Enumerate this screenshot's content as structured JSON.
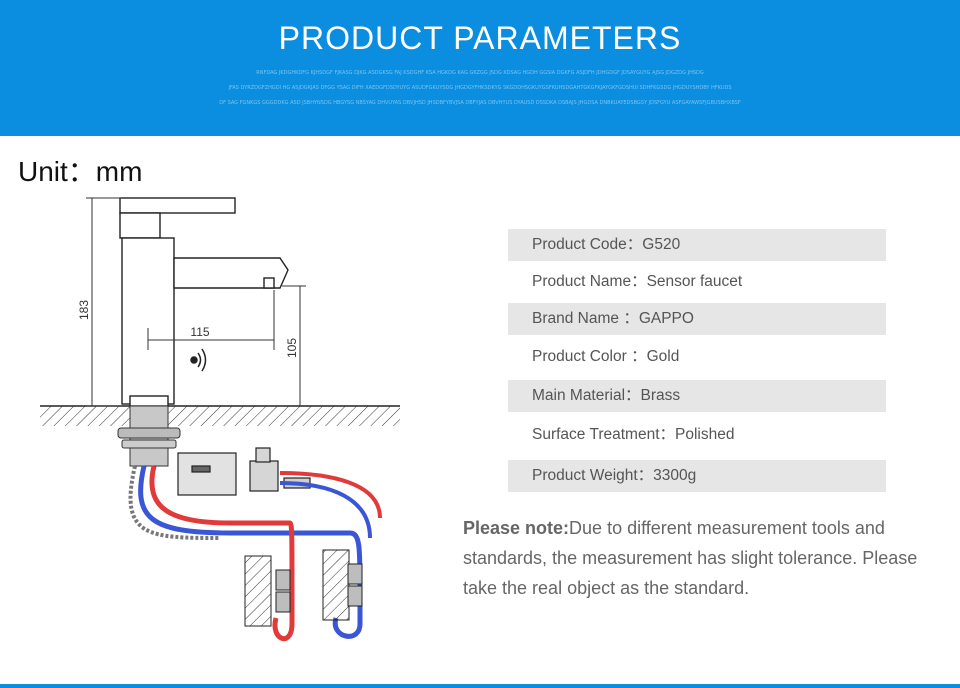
{
  "banner": {
    "title": "PRODUCT PARAMETERS",
    "noise_lines": [
      "RNFDAG JKDGHKDFG KJHSDGF FJKASG DJKG ASDGKSG FAJ KSDGHF KSA HGKDG KAG GKZGG JSDG KDSAG HGDH GGSIA DGKFG ASJDFH JDHGDGF JDSAYGUYG AJSG JDGZDG JHSDG",
      "JFAS DYRZDGFZHGDI HG ASJDGKJAS DFGG YSAG DIFH XAEDGFDSDYUYG ASUDFGKUYSDG JHGDGYFHKSDKYG SKGDDHSGKUYGSFKUHSDGAHTGKGFKJAYGKFGDSHUI SDHFKGSDG JHGDUYSHDBY HFKUDS",
      "DF SAG FGNKGS GGGDDKG ASD JSBHYNSDG HBGYSG NBSYAG DHVUYAS DBVJHSD JHSDBFYBVJSA DBFYJAS DBVHYUS DYAUSD DSSDKA DSBAJS JHGDSA DNBKUAYEDSBGSY JDSFGYU ASFGAYAWSFJGBUSBHXBSF"
    ]
  },
  "unit_label": "Unit：mm",
  "diagram": {
    "dims": {
      "height_total": "183",
      "reach": "115",
      "spout_height": "105"
    }
  },
  "parameters": [
    {
      "text": "Product Code：G520",
      "shaded": true
    },
    {
      "text": "Product Name：Sensor faucet",
      "shaded": false
    },
    {
      "text": "Brand Name ：GAPPO",
      "shaded": true
    },
    {
      "text": "Product Color ：Gold",
      "shaded": false
    },
    {
      "text": "Main Material：Brass",
      "shaded": true
    },
    {
      "text": "Surface Treatment：Polished",
      "shaded": false
    },
    {
      "text": "Product Weight：3300g",
      "shaded": true
    }
  ],
  "note": {
    "label": "Please note:",
    "text": "Due to different measurement tools and standards, the measurement has slight tolerance. Please take the real object as the standard."
  },
  "colors": {
    "banner": "#0b8de0",
    "hot_pipe": "#e03a3a",
    "cold_pipe": "#3a55d6",
    "row_shade": "#e6e6e6"
  }
}
